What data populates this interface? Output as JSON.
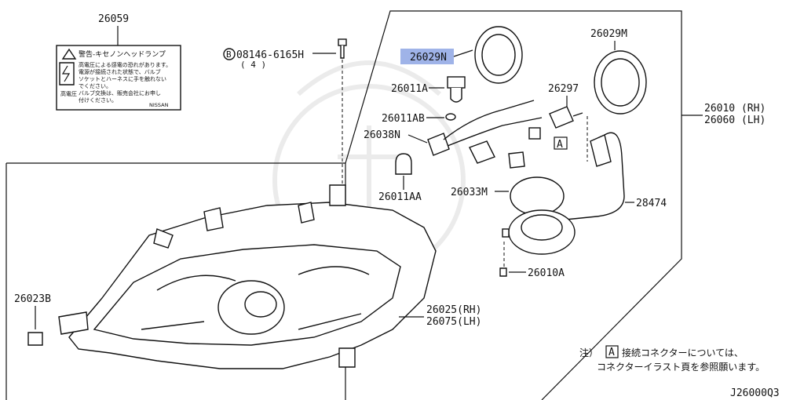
{
  "labels": {
    "p26059": "26059",
    "p08146": "08146-6165H",
    "p08146_qty": "( 4 )",
    "circle_b": "B",
    "p26029N": "26029N",
    "p26029M": "26029M",
    "p26011A": "26011A",
    "p26297": "26297",
    "p26011AB": "26011AB",
    "p26038N": "26038N",
    "p26011AA": "26011AA",
    "p26033M": "26033M",
    "p28474": "28474",
    "p26010_rh": "26010 (RH)",
    "p26060_lh": "26060 (LH)",
    "p26010A": "26010A",
    "p26023B": "26023B",
    "p26025_rh": "26025(RH)",
    "p26075_lh": "26075(LH)",
    "connector_box": "A"
  },
  "warning_label": {
    "title": "警告-キセノンヘッドランプ",
    "body_lines": [
      "高電圧による感電の恐れがあります。",
      "電源が接続された状態で、バルブ",
      "ソケットとハーネスに手を触れない",
      "でください。",
      "バルブ交換は、販売会社にお申し",
      "付けください。"
    ],
    "side_text": "高電圧",
    "brand": "NISSAN"
  },
  "note": {
    "prefix": "注）",
    "box": "A",
    "line1": "接続コネクターについては、",
    "line2": "コネクターイラスト頁を参照願います。"
  },
  "figure_code": "J26000Q3",
  "highlight_color": "#9fb3e8"
}
